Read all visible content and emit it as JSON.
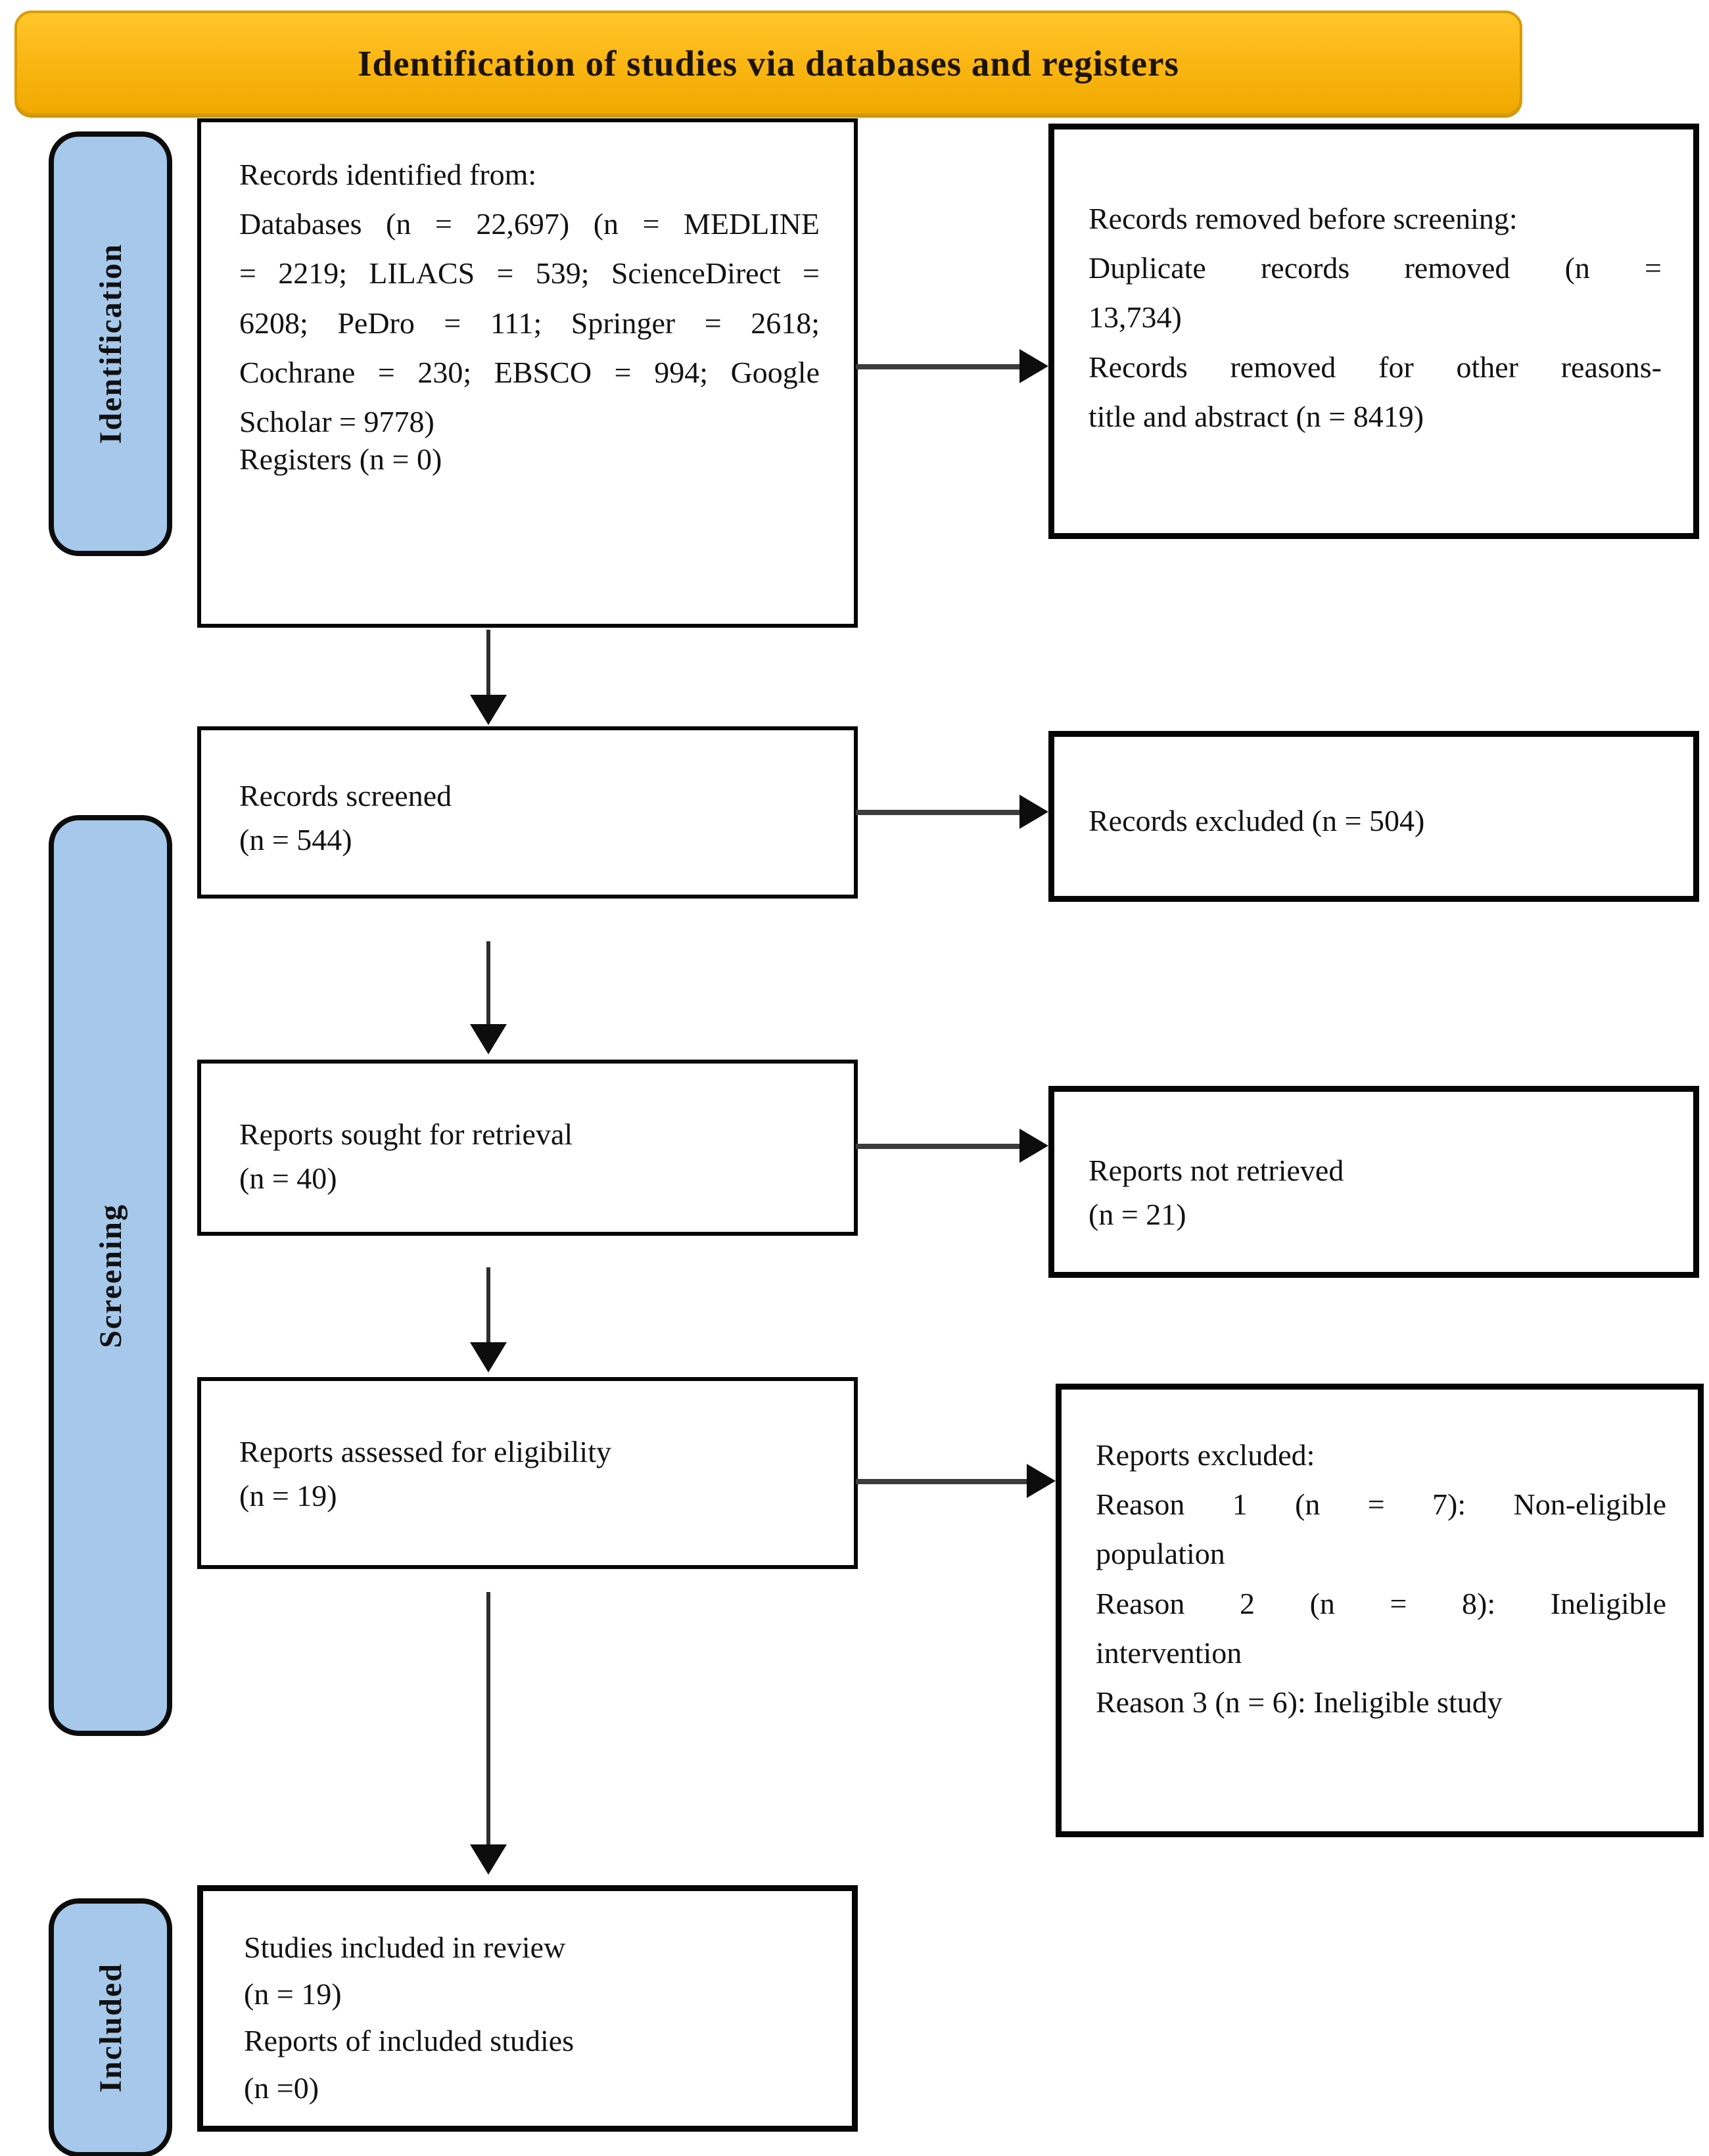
{
  "banner": {
    "title": "Identification of studies via databases and registers"
  },
  "colors": {
    "banner_fill": "#f9b511",
    "banner_border": "#d99c00",
    "stage_label_fill": "#a6c8ea",
    "box_border": "#050505",
    "arrow": "#0d0d0d",
    "text": "#121212"
  },
  "sidebar": {
    "identification": "Identification",
    "screening": "Screening",
    "included": "Included"
  },
  "boxes": {
    "records_identified": {
      "lines": [
        "Records identified from:",
        "Databases (n = 22,697) (n = MEDLINE",
        "= 2219; LILACS = 539; ScienceDirect =",
        "6208; PeDro = 111; Springer = 2618;",
        "Cochrane = 230; EBSCO = 994; Google",
        "Scholar = 9778)",
        "Registers (n = 0)"
      ]
    },
    "records_removed": {
      "lines": [
        "Records removed before screening:",
        "Duplicate records removed (n =",
        "13,734)",
        "Records removed for other reasons-",
        "title and abstract (n = 8419)"
      ]
    },
    "records_screened": {
      "lines": [
        "Records screened",
        "(n = 544)"
      ]
    },
    "records_excluded": {
      "lines": [
        "Records excluded (n = 504)"
      ]
    },
    "reports_sought": {
      "lines": [
        "Reports sought for retrieval",
        "(n = 40)"
      ]
    },
    "reports_not_retrieved": {
      "lines": [
        "Reports not retrieved",
        "(n = 21)"
      ]
    },
    "reports_assessed": {
      "lines": [
        "Reports assessed for eligibility",
        "(n = 19)"
      ]
    },
    "reports_excluded": {
      "lines": [
        "Reports excluded:",
        "Reason 1 (n = 7): Non-eligible",
        "population",
        "Reason 2 (n = 8): Ineligible",
        "intervention",
        "Reason 3 (n = 6): Ineligible study"
      ]
    },
    "studies_included": {
      "lines": [
        "Studies included in review",
        "(n = 19)",
        "Reports of included studies",
        "(n =0)"
      ]
    }
  }
}
